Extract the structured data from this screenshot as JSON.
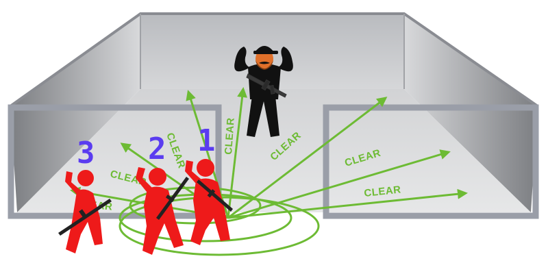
{
  "labels": {
    "clear": "CLEAR"
  },
  "team": {
    "numbers": [
      "3",
      "2",
      "1"
    ]
  },
  "colors": {
    "clear_green": "#6dbb34",
    "team_red": "#ee1a1a",
    "number_purple": "#5a3cf0",
    "wall_gray": "#9a9ea8",
    "hostile_black": "#111111",
    "hostile_face": "#e0702a"
  },
  "icons": [
    "assault-rifle-icon",
    "operator-figure-icon",
    "hostile-figure-icon",
    "cap-icon"
  ]
}
